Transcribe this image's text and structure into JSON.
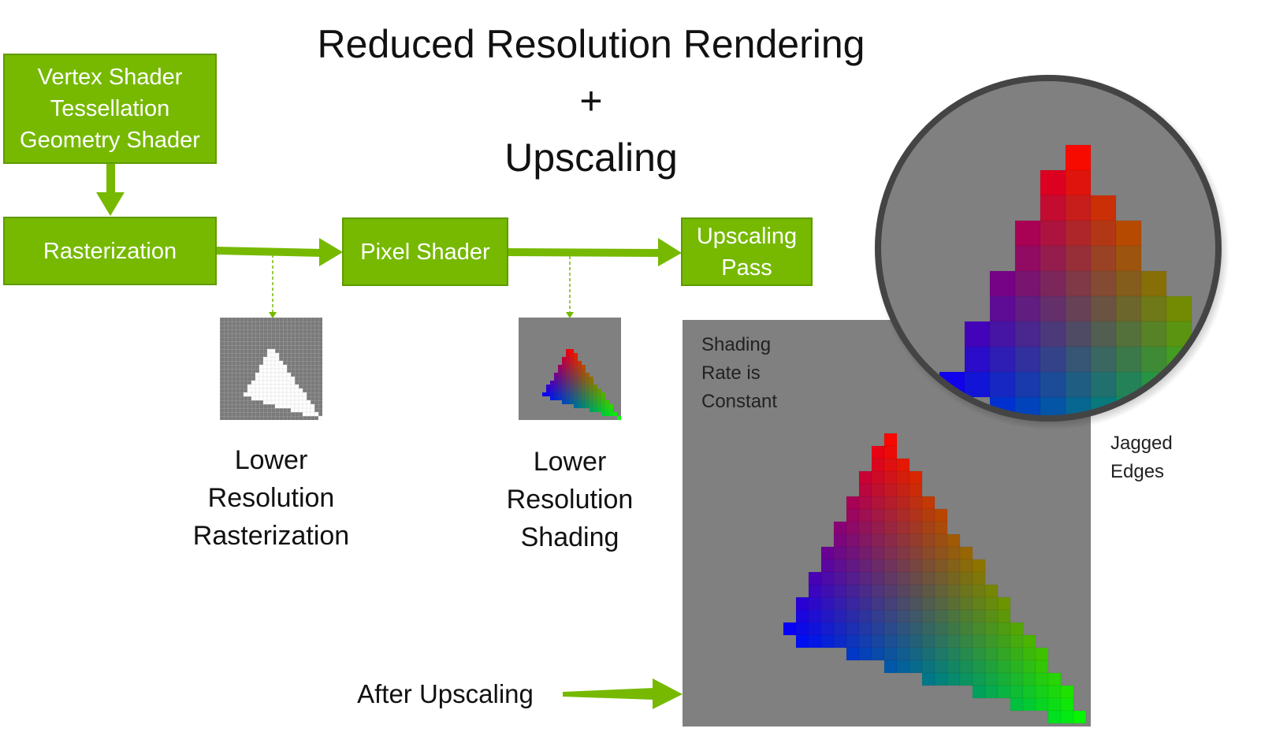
{
  "title": {
    "line1": "Reduced Resolution Rendering",
    "plus": "+",
    "line2": "Upscaling"
  },
  "pipeline": {
    "vertex_box": "Vertex Shader\nTessellation\nGeometry Shader",
    "raster_box": "Rasterization",
    "pixel_box": "Pixel Shader",
    "upscale_box": "Upscaling\nPass"
  },
  "captions": {
    "raster": "Lower\nResolution\nRasterization",
    "shading": "Lower\nResolution\nShading",
    "after_upscaling": "After Upscaling",
    "shading_rate": "Shading\nRate is\nConstant",
    "jagged": "Jagged\nEdges"
  },
  "colors": {
    "accent_green": "#76b900",
    "panel_gray": "#808080",
    "apex_red": "#ff0000",
    "left_blue": "#0000ff",
    "right_green": "#00ff00"
  },
  "icons": {
    "down_arrow": "down-arrow-icon",
    "right_arrow": "right-arrow-icon",
    "dashed_arrow": "dashed-down-arrow-icon",
    "magnifier": "magnifier-circle-icon"
  }
}
